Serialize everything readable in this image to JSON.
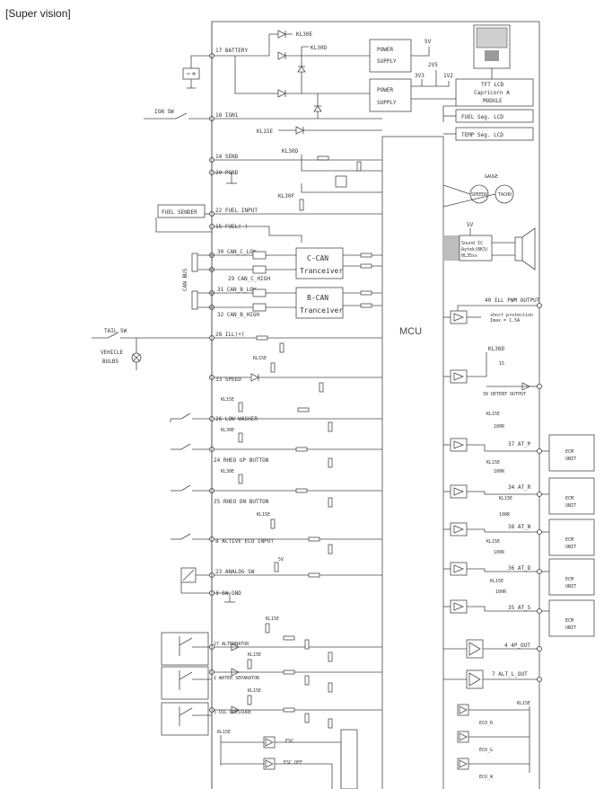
{
  "title": "[Super vision]",
  "pins": {
    "battery": "17 BATTERY",
    "ign1": "18 IGN1",
    "send": "14 SEND",
    "pgnd": "20 PGND",
    "fuel_input": "22 FUEL INPUT",
    "fuel_minus": "15 FUEL(-)",
    "can_c_low": "30 CAN_C_LOW",
    "can_c_high": "29 CAN_C_HIGH",
    "can_b_low": "31 CAN_B_LOW",
    "can_b_high": "32 CAN_B_HIGH",
    "ill": "28 ILL(+)",
    "speed": "33 SPEED",
    "low_washer": "26 LOW WASHER",
    "rheo_up": "24 RHEO UP BUTTON",
    "rheo_dn": "25 RHEO DN BUTTON",
    "active_eco": "8 ACTIVE ECO INPUT",
    "analog_sw": "23 ANALOG SW",
    "sw_gnd": "3 SW GND",
    "alternator": "27 ALTERNATOR",
    "water_sep": "1 WATER SEPARATOR",
    "oil_pressure": "5 OIL PRESSURE",
    "ill_pwm": "40 ILL PWM OUTPUT",
    "detent": "39 DETENT OUTPUT",
    "at_p": "37 AT_P",
    "at_r": "34 AT_R",
    "at_n": "38 AT_N",
    "at_d": "36 AT_D",
    "at_s": "35 AT_S",
    "p4_out": "4 4P_OUT",
    "alt_l_out": "7 ALT_L_OUT"
  },
  "rails": {
    "kl30e": "KL30E",
    "kl30d": "KL30D",
    "kl15e": "KL15E",
    "kl30f": "KL30F",
    "v5": "5V",
    "v33": "3V3",
    "v25": "2V5",
    "v12": "1V2"
  },
  "blocks": {
    "power_supply_1": [
      "POWER",
      "SUPPLY"
    ],
    "power_supply_2": [
      "POWER",
      "SUPPLY"
    ],
    "tft": [
      "TFT LCD",
      "Capricorn A",
      "MODULE"
    ],
    "fuel_lcd": "FUEL Seg. LCD",
    "temp_lcd": "TEMP Seg. LCD",
    "ccan": [
      "C-CAN",
      "Tranceiver"
    ],
    "bcan": [
      "B-CAN",
      "Tranceiver"
    ],
    "mcu": "MCU",
    "gauge": "GAUGE",
    "speedo": "SPEEDO",
    "tacho": "TACHO",
    "sound": [
      "Sound IC",
      "Aytek(BK3)",
      "HL35xx"
    ],
    "short_prot": [
      "short protection",
      "Imax = 1.5A"
    ],
    "ecm": [
      "ECM",
      "UNIT"
    ],
    "fuel_sender": "FUEL SENDER"
  },
  "outside": {
    "ign_sw": "IGN SW",
    "tail_sw": "TAIL SW",
    "vehicle_bulbs": [
      "VEHICLE",
      "BULBS"
    ],
    "can_bus": "CAN BUS"
  },
  "leds": {
    "esc": "ESC",
    "esc_off": "ESC OFF",
    "eco_r": "ECO_R",
    "eco_g": "ECO_G",
    "eco_w": "ECO_W"
  },
  "components": {
    "r100": "100R",
    "r15": "15"
  }
}
